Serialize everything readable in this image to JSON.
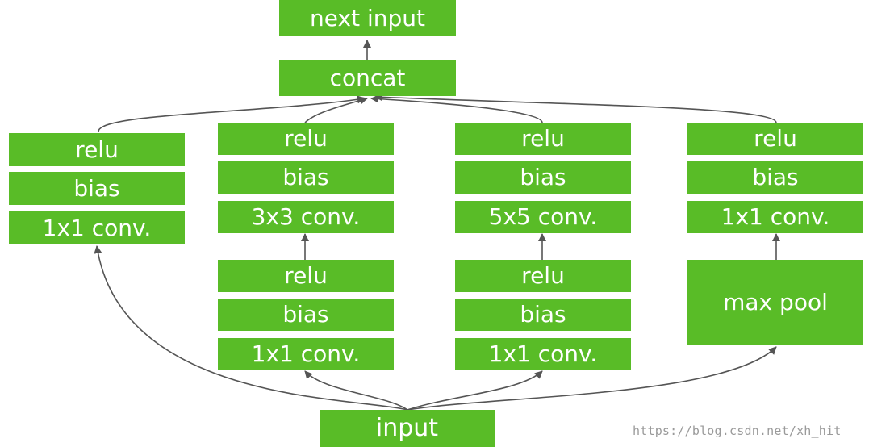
{
  "diagram": {
    "colors": {
      "box_fill": "#59bc27",
      "box_text": "#ffffff",
      "edge": "#555555"
    },
    "top": {
      "next_input": "next input",
      "concat": "concat"
    },
    "input": "input",
    "branch1": {
      "relu": "relu",
      "bias": "bias",
      "conv": "1x1 conv."
    },
    "branch2": {
      "upper": {
        "relu": "relu",
        "bias": "bias",
        "conv": "3x3 conv."
      },
      "lower": {
        "relu": "relu",
        "bias": "bias",
        "conv": "1x1 conv."
      }
    },
    "branch3": {
      "upper": {
        "relu": "relu",
        "bias": "bias",
        "conv": "5x5 conv."
      },
      "lower": {
        "relu": "relu",
        "bias": "bias",
        "conv": "1x1 conv."
      }
    },
    "branch4": {
      "relu": "relu",
      "bias": "bias",
      "conv": "1x1 conv.",
      "pool": "max pool"
    }
  },
  "watermark": "https://blog.csdn.net/xh_hit"
}
